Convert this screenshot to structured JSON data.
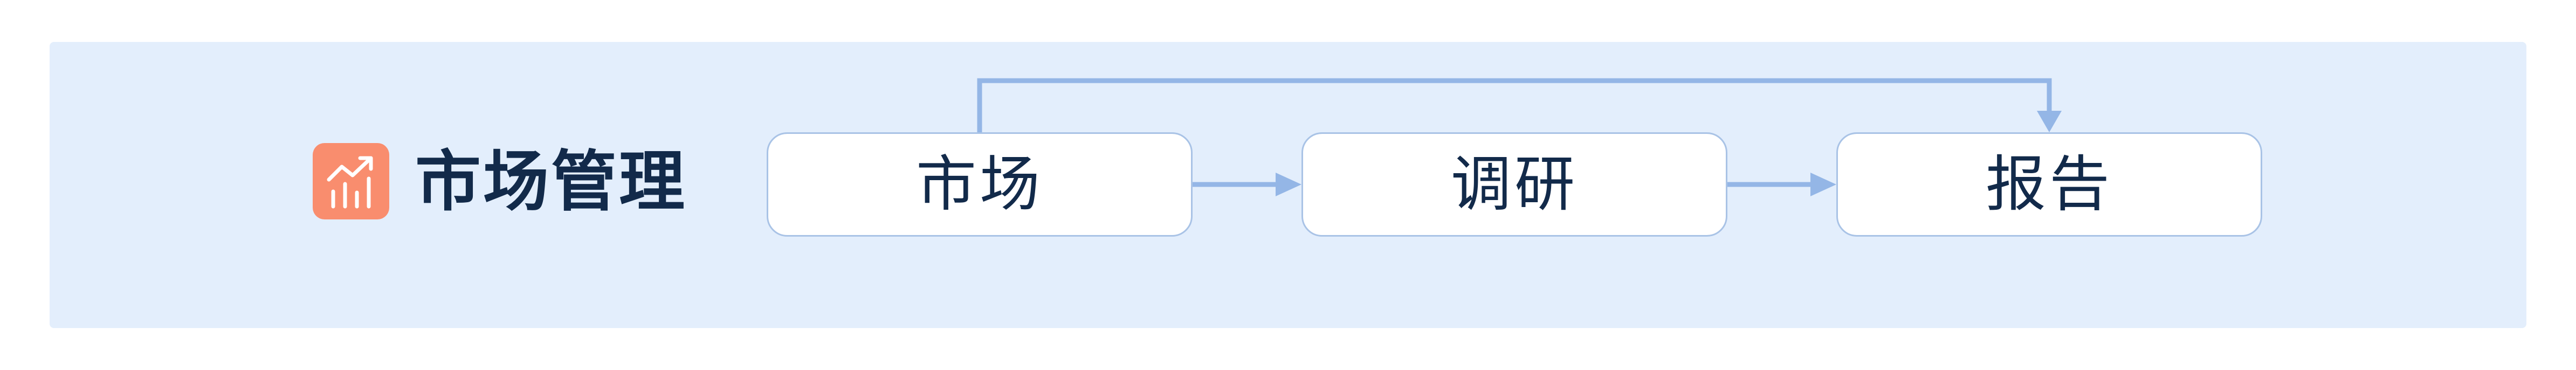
{
  "section": {
    "title": "市场管理",
    "icon": "chart-trend-icon",
    "badge_color": "#f98d6e",
    "background_color": "#e3eefc"
  },
  "flow": {
    "nodes": [
      {
        "label": "市场"
      },
      {
        "label": "调研"
      },
      {
        "label": "报告"
      }
    ],
    "edges": [
      {
        "from": "市场",
        "to": "调研"
      },
      {
        "from": "调研",
        "to": "报告"
      },
      {
        "from": "市场",
        "to": "报告"
      }
    ],
    "connector_color": "#94b6e6",
    "text_color": "#122a4a"
  }
}
